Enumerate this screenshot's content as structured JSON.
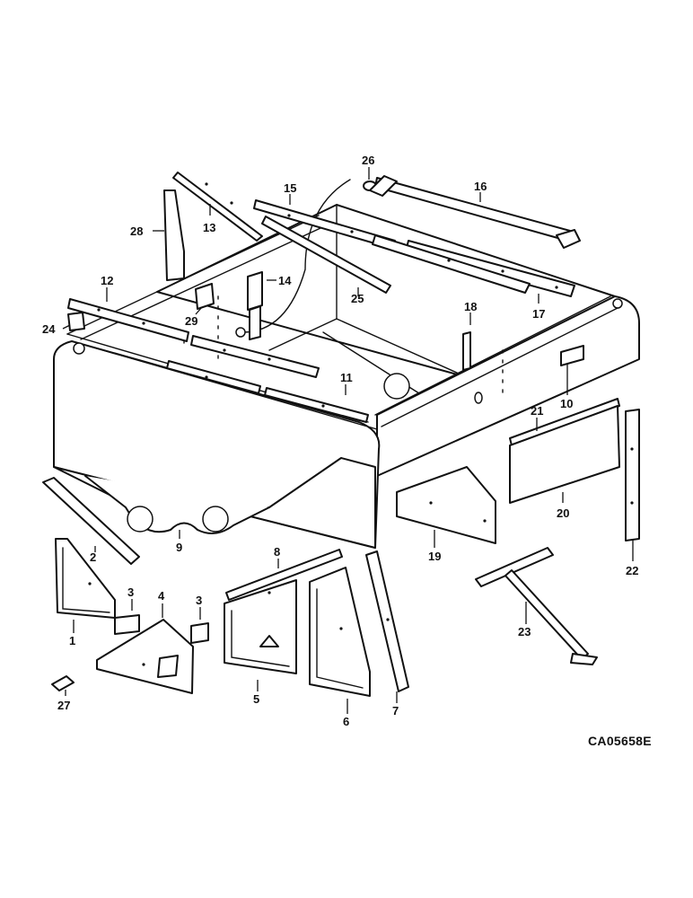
{
  "diagram": {
    "drawing_code": "CA05658E",
    "callouts": {
      "c1": "1",
      "c2": "2",
      "c3a": "3",
      "c3b": "3",
      "c4": "4",
      "c5": "5",
      "c6": "6",
      "c7": "7",
      "c8": "8",
      "c9": "9",
      "c10": "10",
      "c11": "11",
      "c12": "12",
      "c13": "13",
      "c14": "14",
      "c15": "15",
      "c16": "16",
      "c17": "17",
      "c18": "18",
      "c19": "19",
      "c20": "20",
      "c21": "21",
      "c22": "22",
      "c23": "23",
      "c24": "24",
      "c25": "25",
      "c26": "26",
      "c27": "27",
      "c28": "28",
      "c29": "29"
    }
  }
}
